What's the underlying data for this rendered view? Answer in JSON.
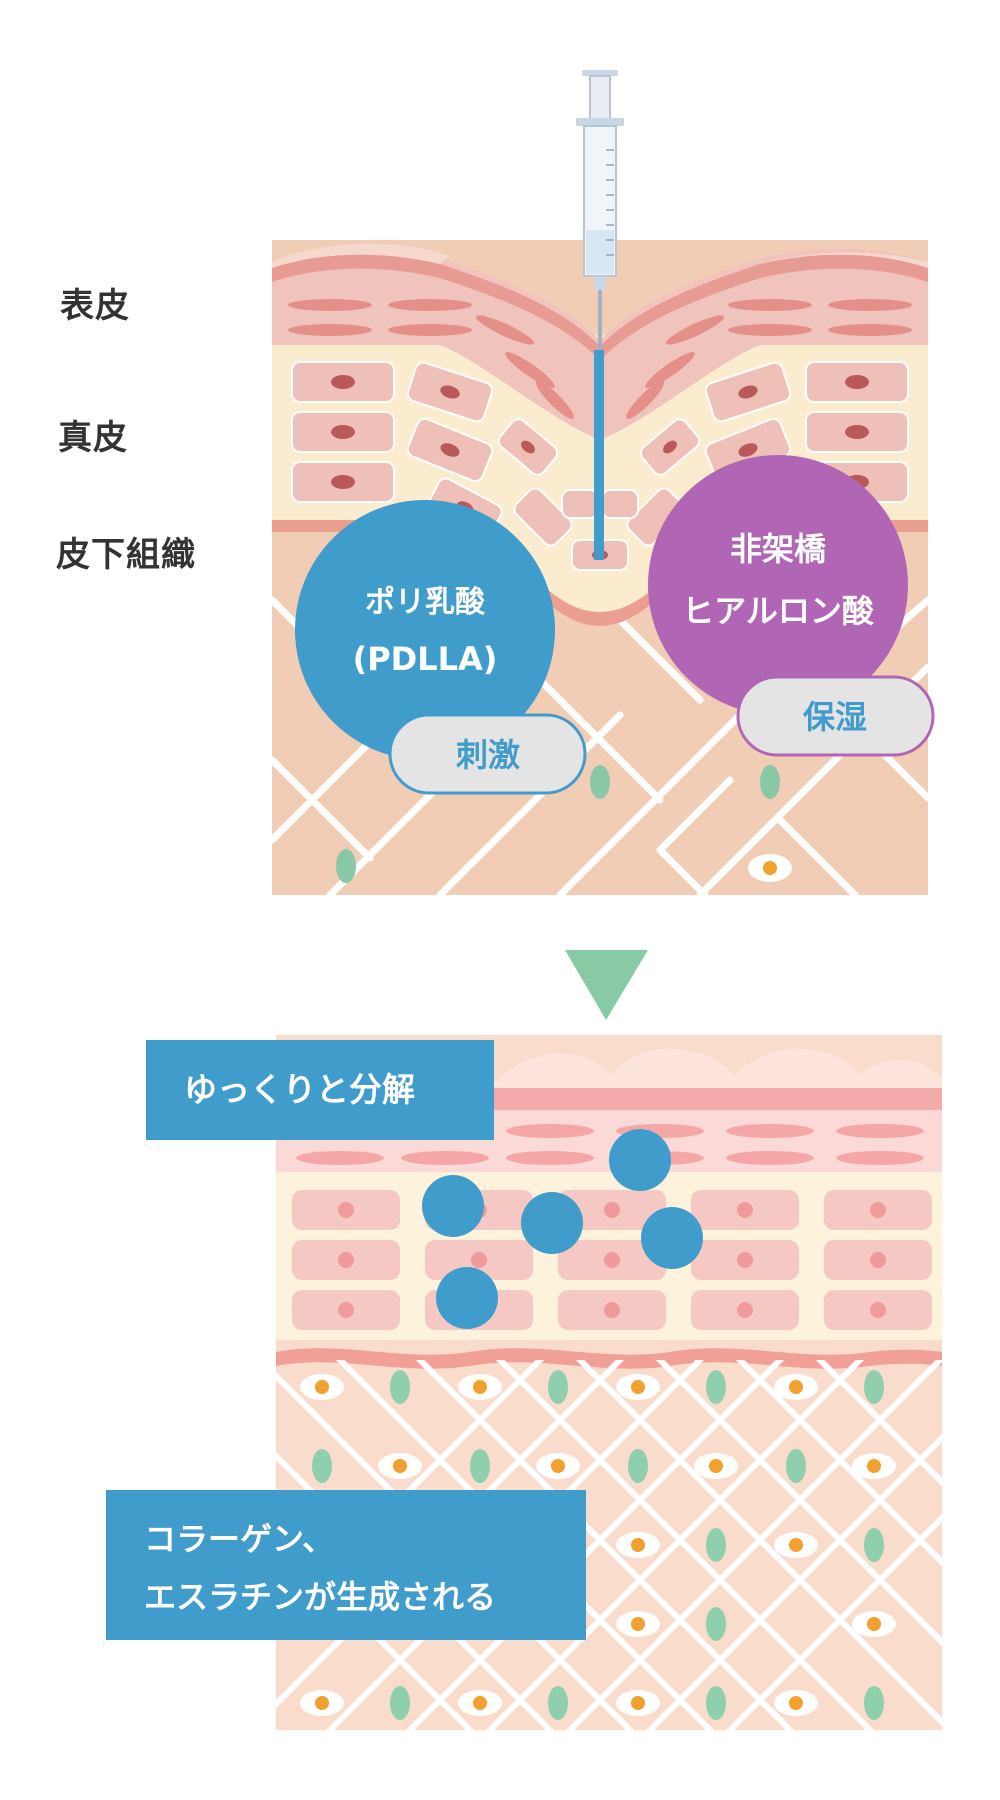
{
  "layer_labels": {
    "epidermis": "表皮",
    "dermis": "真皮",
    "subcutaneous": "皮下組織"
  },
  "circles": {
    "pdlla": {
      "line1": "ポリ乳酸",
      "line2": "(PDLLA)",
      "tag": "刺激"
    },
    "hyaluronic": {
      "line1": "非架橋",
      "line2": "ヒアルロン酸",
      "tag": "保湿"
    }
  },
  "banners": {
    "decompose": "ゆっくりと分解",
    "collagen_line1": "コラーゲン、",
    "collagen_line2": "エスラチンが生成される"
  },
  "colors": {
    "blue": "#409ccb",
    "purple": "#b066b4",
    "green_arrow": "#88c9a6",
    "skin_base": "#f2cdb6",
    "epidermis_pink": "#f0c4bd",
    "dermis_cream": "#fbecd0",
    "cell_pink": "#e9b5ad"
  },
  "icons": [
    "syringe-icon",
    "arrow-down-icon"
  ]
}
